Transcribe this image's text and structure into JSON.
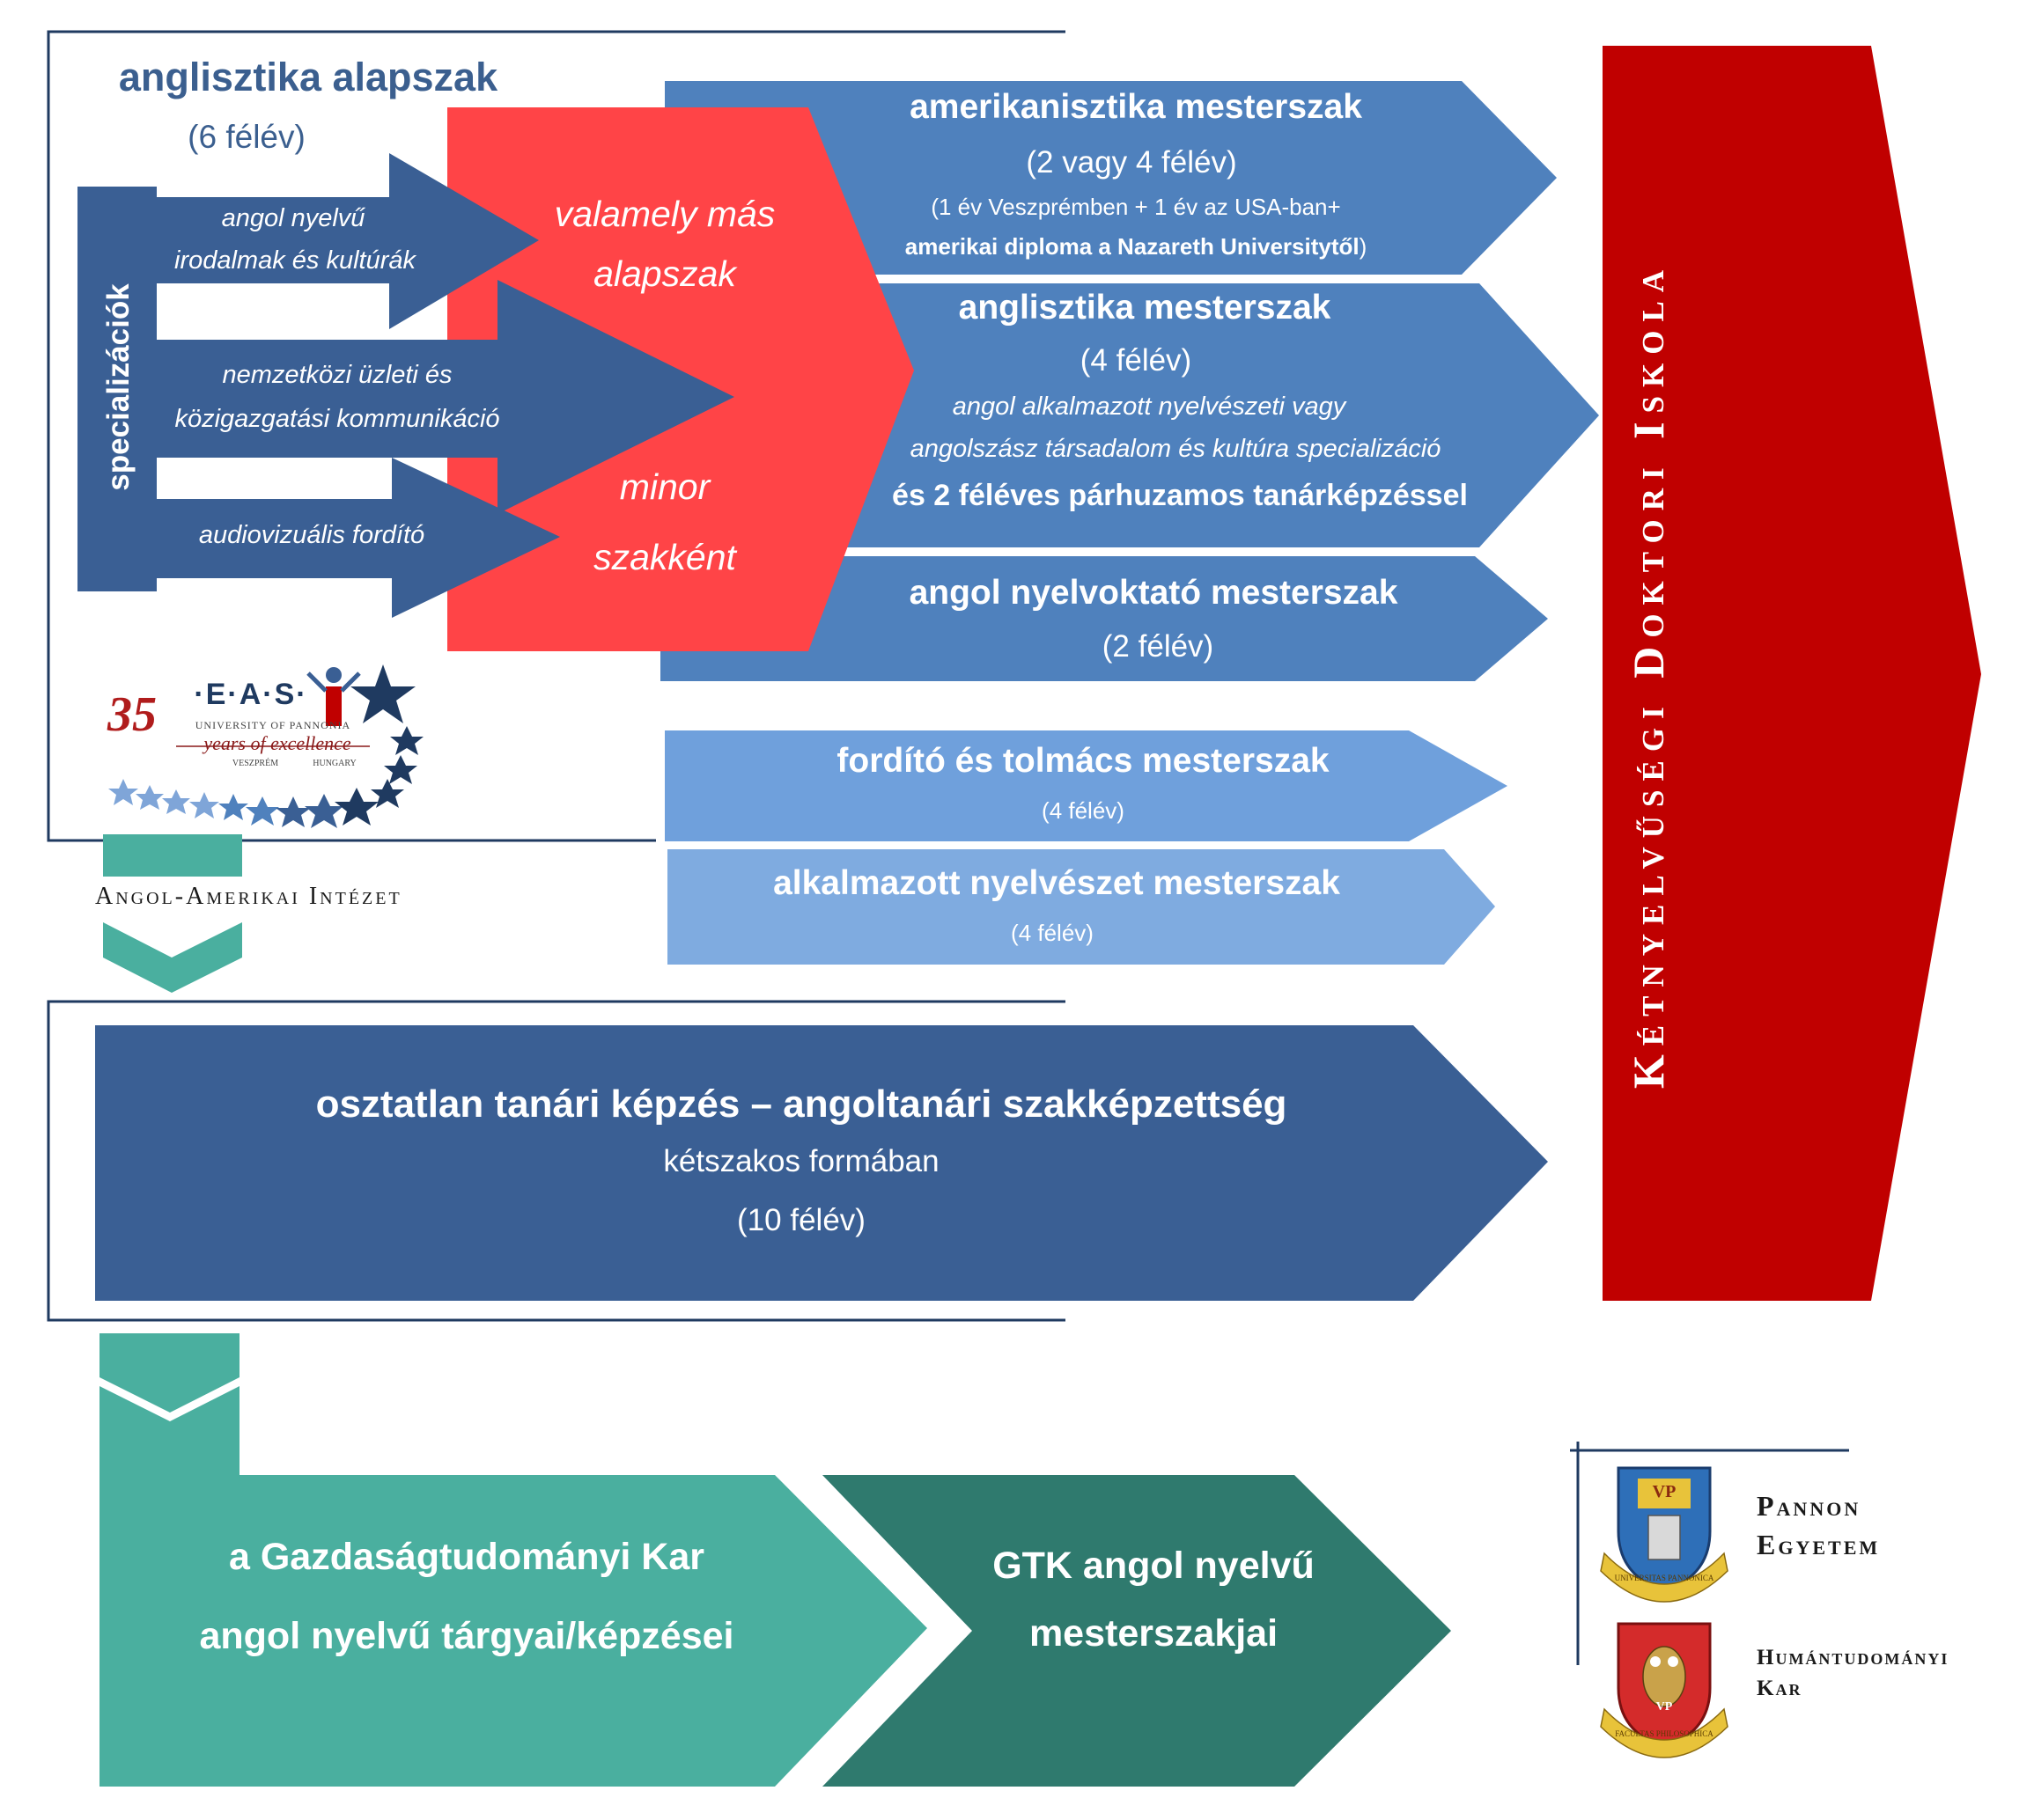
{
  "colors": {
    "navy": "#3a5f94",
    "blue": "#4f81bd",
    "light_blue": "#6fa0dc",
    "lighter_blue": "#7fabe0",
    "red": "#ff4447",
    "dark_red": "#c00000",
    "teal": "#4aaf9f",
    "dark_teal": "#2f7a6e",
    "title_blue": "#3b5f8f",
    "line": "#1f3a60"
  },
  "bachelor": {
    "title": "anglisztika alapszak",
    "duration": "(6 félév)",
    "specializations_label": "specializációk",
    "spec1": [
      "angol nyelvű",
      "irodalmak és kultúrák"
    ],
    "spec2": [
      "nemzetközi üzleti és",
      "közigazgatási kommunikáció"
    ],
    "spec3": "audiovizuális fordító",
    "minor_top": [
      "valamely más",
      "alapszak"
    ],
    "minor_bottom": [
      "minor",
      "szakként"
    ]
  },
  "masters": {
    "amerikanisztika": {
      "title": "amerikanisztika mesterszak",
      "duration": "(2 vagy 4 félév)",
      "note1": "(1 év Veszprémben + 1 év az USA-ban+",
      "note2_bold": "amerikai diploma a Nazareth Universitytől",
      "note2_end": ")"
    },
    "anglisztika": {
      "title": "anglisztika mesterszak",
      "duration": "(4 félév)",
      "line1": "angol alkalmazott nyelvészeti vagy",
      "line2": "angolszász társadalom és kultúra specializáció",
      "line3": "és 2 féléves párhuzamos tanárképzéssel"
    },
    "nyelvoktato": {
      "title": "angol nyelvoktató mesterszak",
      "duration": "(2 félév)"
    },
    "fordito": {
      "title": "fordító és tolmács mesterszak",
      "duration": "(4 félév)"
    },
    "alkalmazott": {
      "title": "alkalmazott nyelvészet mesterszak",
      "duration": "(4 félév)"
    }
  },
  "teacher": {
    "title": "osztatlan tanári képzés – angoltanári szakképzettség",
    "subtitle": "kétszakos formában",
    "duration": "(10 félév)"
  },
  "doctoral": "Kétnyelvűségi Doktori Iskola",
  "gtk": {
    "faculty": [
      "a Gazdaságtudományi Kar",
      "angol nyelvű tárgyai/képzései"
    ],
    "masters": [
      "GTK angol nyelvű",
      "mesterszakjai"
    ]
  },
  "institute": "Angol-Amerikai Intézet",
  "eas_logo": {
    "number": "35",
    "letters": "·E·A·S·",
    "university": "UNIVERSITY OF PANNONIA",
    "tagline": "years of excellence",
    "city": "VESZPRÉM",
    "country": "HUNGARY"
  },
  "university": {
    "name": [
      "Pannon",
      "Egyetem"
    ],
    "faculty": [
      "Humántudományi",
      "Kar"
    ],
    "crest1_initials": "VP",
    "crest1_motto": "UNIVERSITAS PANNONICA",
    "crest2_initials": "VP",
    "crest2_motto": "FACULTAS PHILOSOPHICA"
  }
}
